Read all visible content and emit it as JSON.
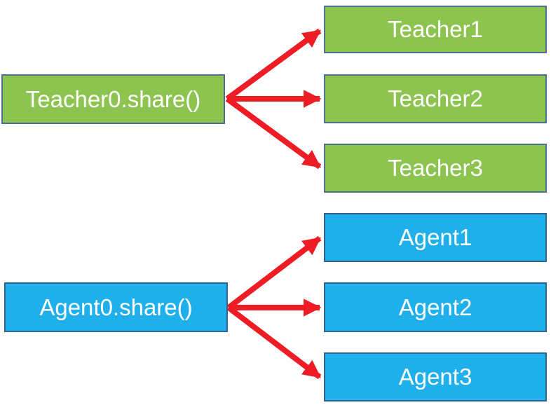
{
  "colors": {
    "teacher_fill": "#8dc44f",
    "agent_fill": "#1fb0ec",
    "arrow": "#ee1c25",
    "text": "#ffffff"
  },
  "teacher_group": {
    "source": "Teacher0.share()",
    "targets": [
      "Teacher1",
      "Teacher2",
      "Teacher3"
    ]
  },
  "agent_group": {
    "source": "Agent0.share()",
    "targets": [
      "Agent1",
      "Agent2",
      "Agent3"
    ]
  }
}
